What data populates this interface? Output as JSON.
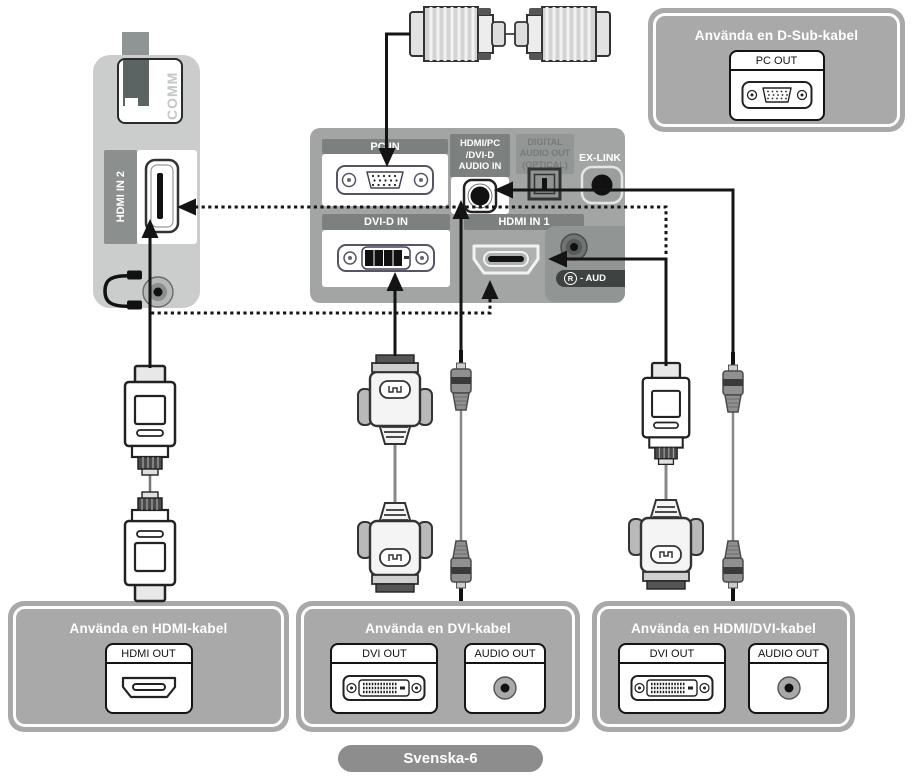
{
  "page": {
    "footer_label": "Svenska-6"
  },
  "callouts": {
    "dsub": {
      "title": "Använda en D-Sub-kabel",
      "ports": [
        {
          "label": "PC OUT",
          "icon": "vga-port"
        }
      ]
    },
    "hdmi": {
      "title": "Använda en HDMI-kabel",
      "ports": [
        {
          "label": "HDMI OUT",
          "icon": "hdmi-port"
        }
      ]
    },
    "dvi": {
      "title": "Använda en DVI-kabel",
      "ports": [
        {
          "label": "DVI OUT",
          "icon": "dvi-port"
        },
        {
          "label": "AUDIO OUT",
          "icon": "audio-jack"
        }
      ]
    },
    "hdmi_dvi": {
      "title": "Använda en HDMI/DVI-kabel",
      "ports": [
        {
          "label": "DVI OUT",
          "icon": "dvi-port"
        },
        {
          "label": "AUDIO OUT",
          "icon": "audio-jack"
        }
      ]
    }
  },
  "side_panel": {
    "slot_label": "COMM",
    "hdmi2_label": "HDMI IN 2"
  },
  "back_panel": {
    "pc_in_label": "PC IN",
    "audio_in_line1": "HDMI/PC",
    "audio_in_line2": "/DVI-D",
    "audio_in_line3": "AUDIO IN",
    "digital_audio_line1": "DIGITAL",
    "digital_audio_line2": "AUDIO OUT",
    "digital_audio_line3": "(OPTICAL)",
    "ex_link_label": "EX-LINK",
    "dvi_in_label": "DVI-D IN",
    "hdmi1_label": "HDMI IN 1",
    "r_audio_prefix": "R",
    "r_audio_label": "- AUD"
  },
  "colors": {
    "callout_gray": "#a9a9a9",
    "panel_gray": "#a2a5a4",
    "band_gray": "#7c807f",
    "side_panel_gray": "#cbcdcc",
    "footer_gray": "#8d8d8d",
    "line_color": "#141414"
  }
}
